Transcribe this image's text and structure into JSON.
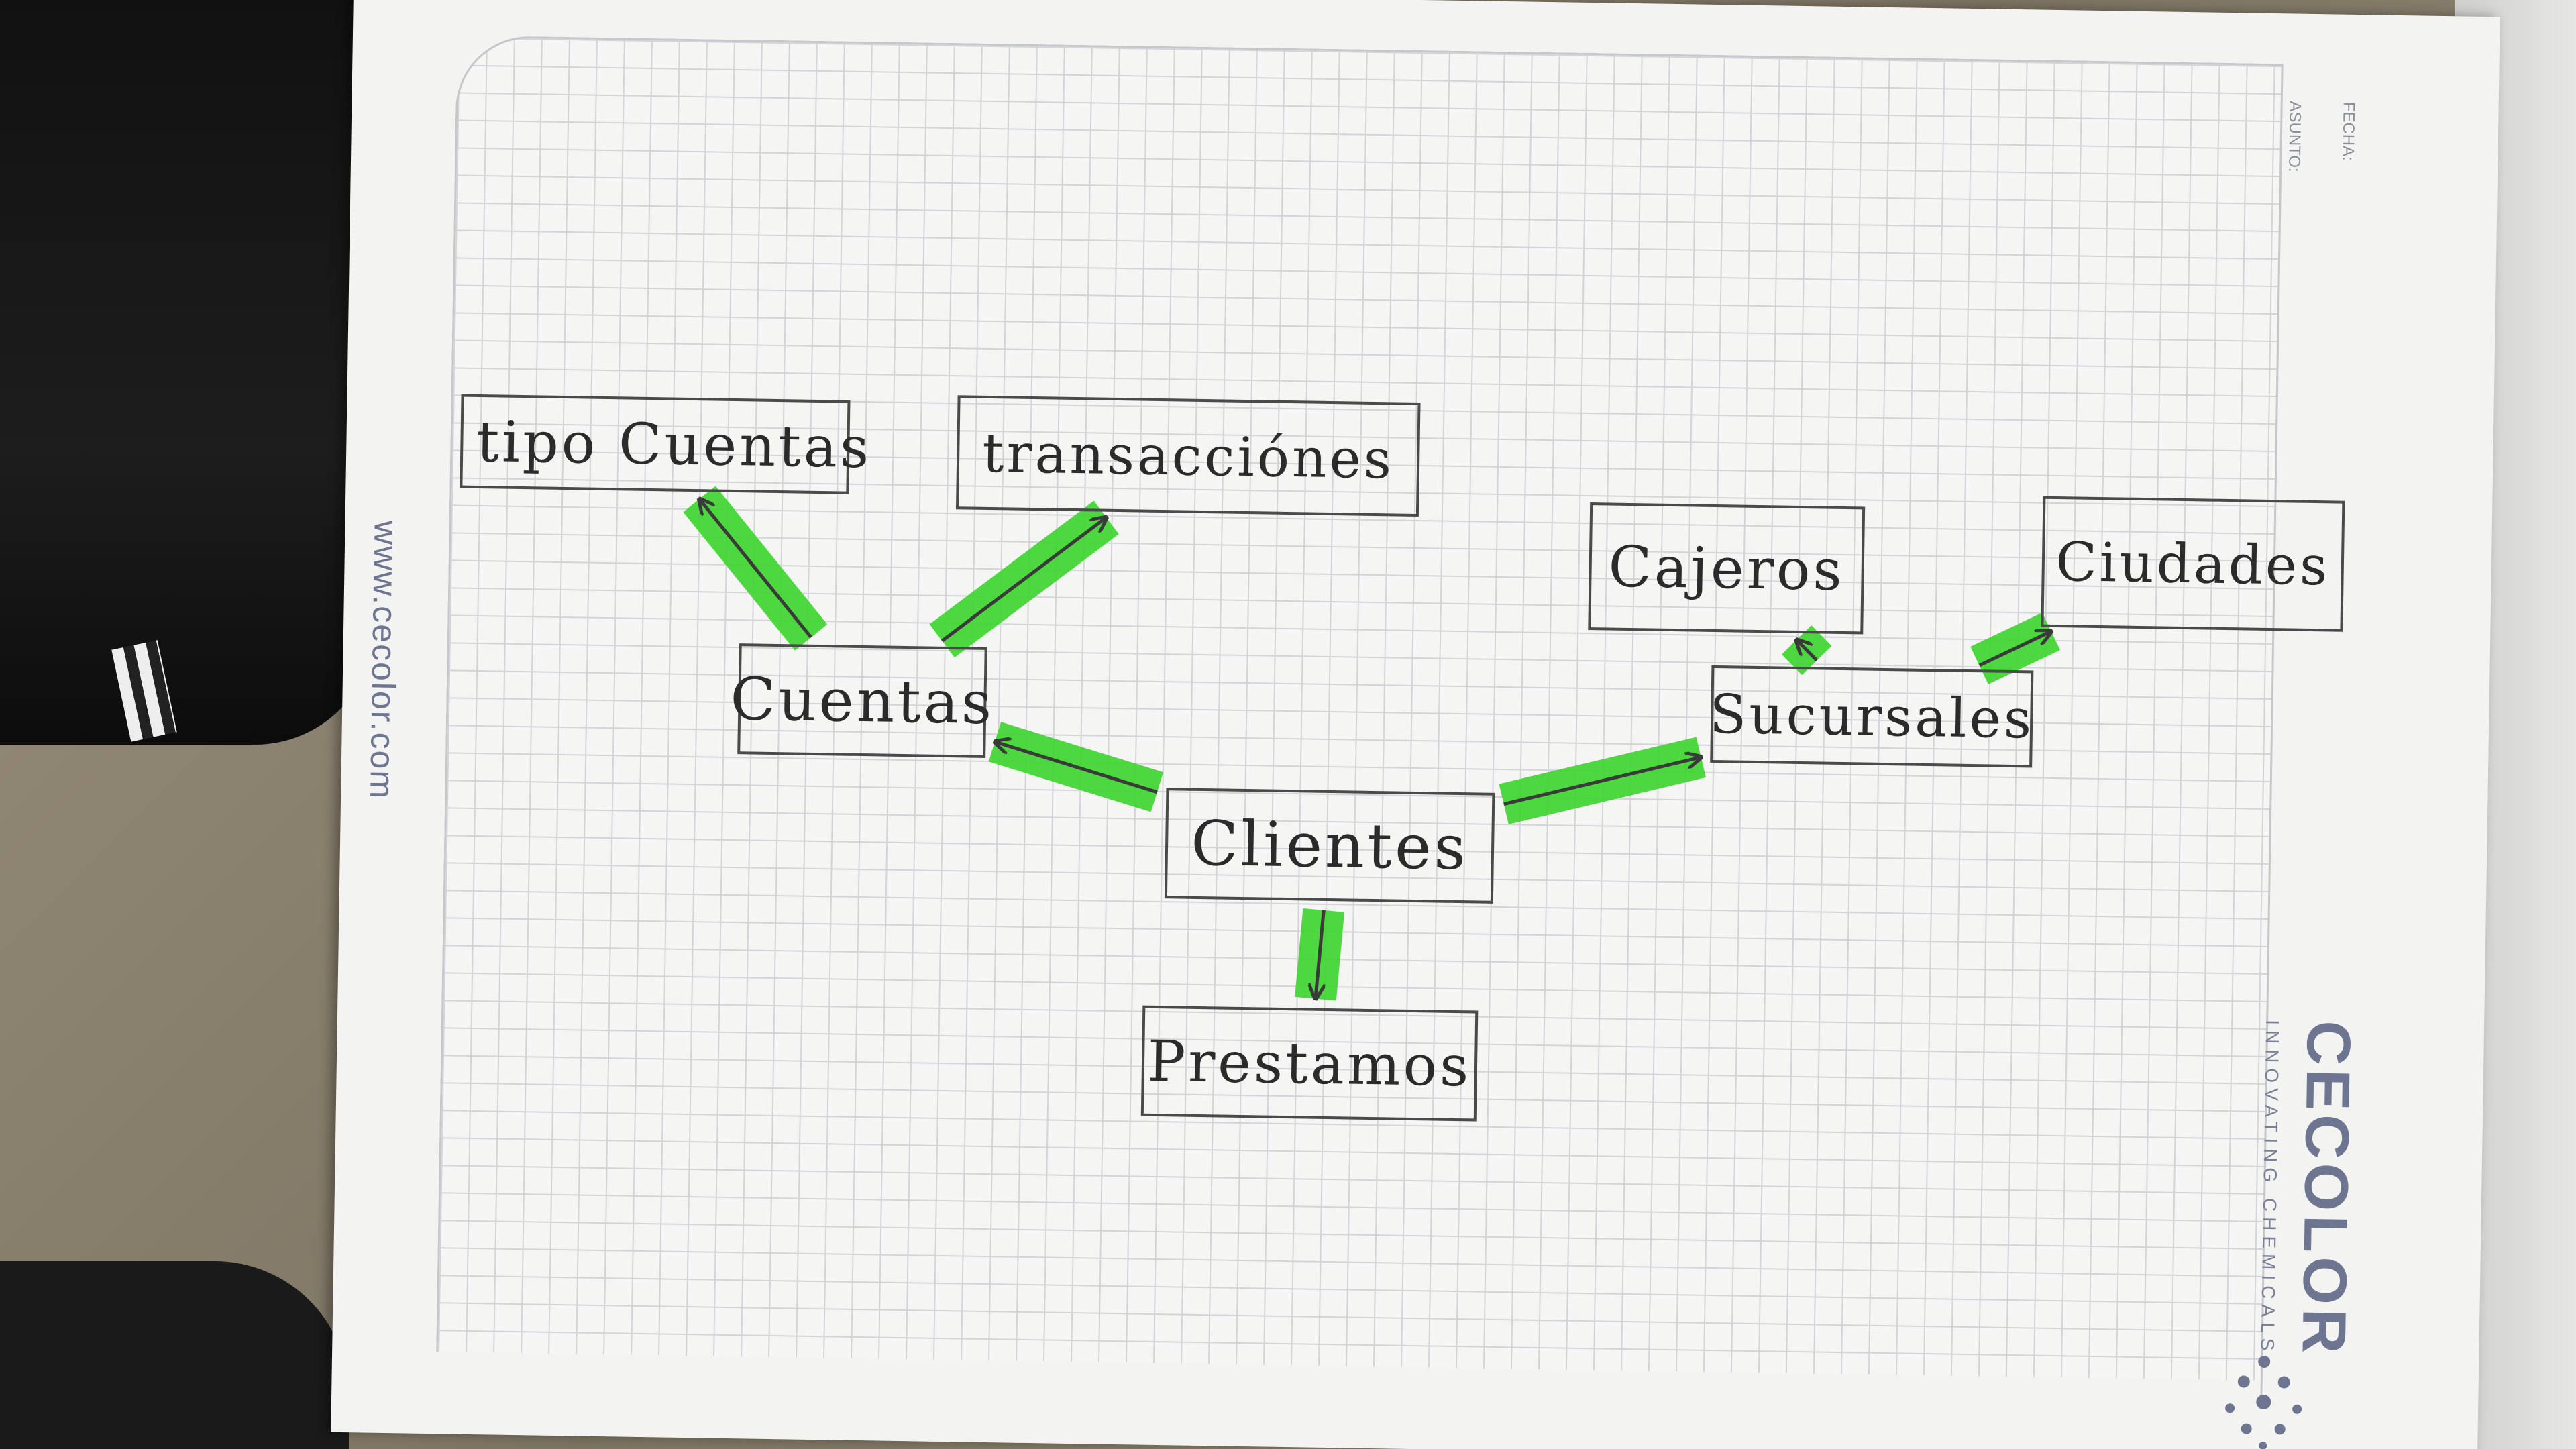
{
  "page": {
    "website": "www.cecolor.com",
    "fecha_label": "FECHA:",
    "asunto_label": "ASUNTO:",
    "brand": "CECOLOR",
    "tagline": "INNOVATING CHEMICALS"
  },
  "diagram": {
    "nodes": {
      "tipo_cuentas": "tipo  Cuentas",
      "transacciones": "transacciónes",
      "cuentas": "Cuentas",
      "clientes": "Clientes",
      "prestamos": "Prestamos",
      "cajeros": "Cajeros",
      "sucursales": "Sucursales",
      "ciudades": "Ciudades"
    },
    "edges": [
      {
        "from": "clientes",
        "to": "cuentas"
      },
      {
        "from": "clientes",
        "to": "prestamos"
      },
      {
        "from": "clientes",
        "to": "sucursales"
      },
      {
        "from": "cuentas",
        "to": "tipo_cuentas"
      },
      {
        "from": "cuentas",
        "to": "transacciones"
      },
      {
        "from": "sucursales",
        "to": "cajeros"
      },
      {
        "from": "sucursales",
        "to": "ciudades"
      }
    ],
    "highlight_color": "#3ed62f",
    "ink_color": "#3a3a3a"
  }
}
